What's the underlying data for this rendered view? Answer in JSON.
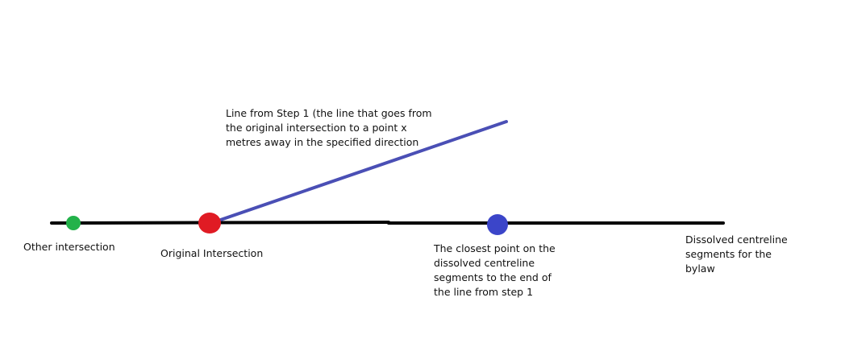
{
  "colors": {
    "centreline": "#000000",
    "step_line": "#4a4fb5",
    "other_point": "#23b24a",
    "original_point": "#e01b24",
    "closest_point": "#3b45c9"
  },
  "labels": {
    "other_intersection": "Other intersection",
    "original_intersection": "Original Intersection",
    "step_line": "Line from Step 1 (the line that goes from\nthe original intersection to a point x\nmetres away in the specified direction",
    "closest_point": "The closest point on the\ndissolved centreline\nsegments to the end of\nthe line from step 1",
    "centreline": "Dissolved centreline\nsegments for the\nbylaw"
  }
}
